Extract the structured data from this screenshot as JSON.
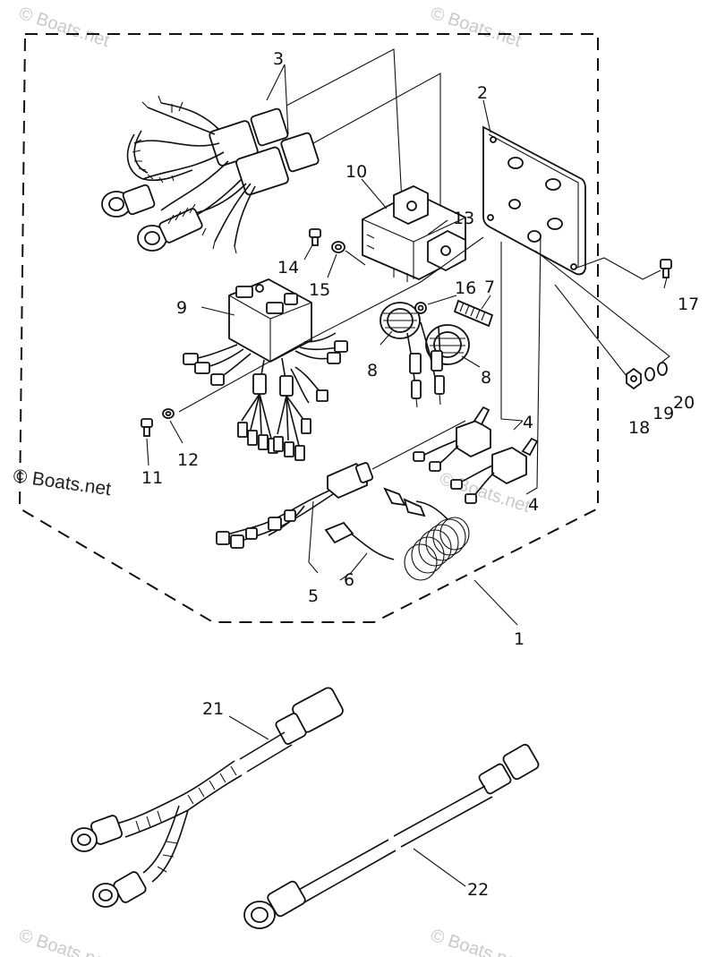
{
  "watermark": {
    "main": "© Boats.net",
    "faint": "© Boats.net"
  },
  "labels": {
    "p1": "1",
    "p2": "2",
    "p3": "3",
    "p4a": "4",
    "p4b": "4",
    "p5": "5",
    "p6": "6",
    "p7": "7",
    "p8a": "8",
    "p8b": "8",
    "p9": "9",
    "p10": "10",
    "p11": "11",
    "p12": "12",
    "p13": "13",
    "p14": "14",
    "p15": "15",
    "p16": "16",
    "p17": "17",
    "p18": "18",
    "p19": "19",
    "p20": "20",
    "p21": "21",
    "p22": "22"
  }
}
